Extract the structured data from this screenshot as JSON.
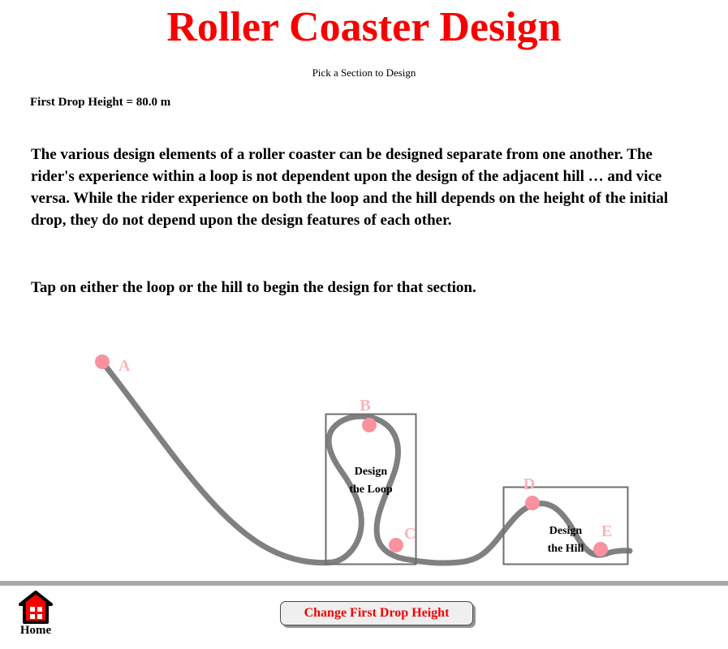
{
  "header": {
    "title": "Roller Coaster Design",
    "subtitle": "Pick a Section to Design",
    "title_color": "#f90000"
  },
  "readout": {
    "drop_height_label": "First Drop Height = 80.0 m",
    "drop_height_value": 80.0,
    "drop_height_units": "m"
  },
  "body": {
    "paragraph": "The various design elements of a roller coaster can be designed separate from one another. The rider's experience within a loop is not dependent upon the design of the adjacent hill … and vice versa. While the rider experience on both the loop and the hill depends on the height of the initial drop, they do not depend upon the design features of each other.",
    "instruction": "Tap on either the loop or the hill to begin the design for that section."
  },
  "diagram": {
    "track_color": "#808080",
    "point_color": "#f9929e",
    "point_label_color": "#f7b6bc",
    "box_border_color": "#6e6e6e",
    "loop_section": {
      "label_line1": "Design",
      "label_line2": "the Loop"
    },
    "hill_section": {
      "label_line1": "Design",
      "label_line2": "the Hill"
    },
    "points": [
      {
        "id": "A",
        "label": "A"
      },
      {
        "id": "B",
        "label": "B"
      },
      {
        "id": "C",
        "label": "C"
      },
      {
        "id": "D",
        "label": "D"
      },
      {
        "id": "E",
        "label": "E"
      }
    ]
  },
  "footer": {
    "home_label": "Home",
    "home_icon": "home-house-icon",
    "change_drop_height_label": "Change First Drop Height",
    "button_text_color": "#f00000"
  }
}
